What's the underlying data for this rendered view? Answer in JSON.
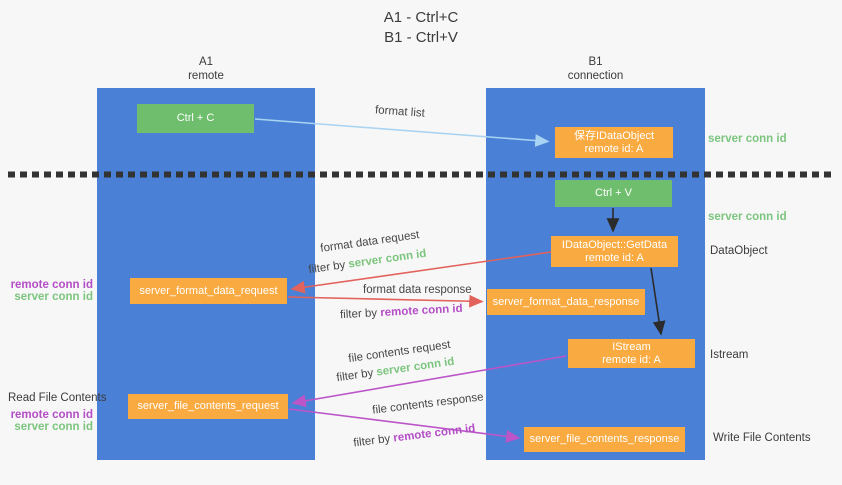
{
  "title": {
    "line1": "A1 - Ctrl+C",
    "line2": "B1 - Ctrl+V"
  },
  "lanes": {
    "a1": {
      "name": "A1",
      "subtitle": "remote"
    },
    "b1": {
      "name": "B1",
      "subtitle": "connection"
    }
  },
  "nodes": {
    "ctrl_c": "Ctrl + C",
    "save_idataobject": {
      "line1": "保存IDataObject",
      "line2": "remote id: A"
    },
    "ctrl_v": "Ctrl + V",
    "getdata": {
      "line1": "IDataObject::GetData",
      "line2": "remote id: A"
    },
    "format_request": "server_format_data_request",
    "format_response": "server_format_data_response",
    "istream": {
      "line1": "IStream",
      "line2": "remote id: A"
    },
    "file_request": "server_file_contents_request",
    "file_response": "server_file_contents_response"
  },
  "labels": {
    "format_list": "format list",
    "format_data_request": "format data request",
    "format_data_response": "format data response",
    "file_contents_request": "file contents request",
    "file_contents_response": "file contents response",
    "filter_by": "filter by ",
    "server_conn_id": "server conn id",
    "remote_conn_id": "remote conn id",
    "dataobject": "DataObject",
    "istream": "Istream",
    "read_file_contents": "Read File Contents",
    "write_file_contents": "Write File Contents"
  },
  "colors": {
    "lane_blue": "#4a80d5",
    "box_green": "#6fbe6d",
    "box_orange": "#f9aa41",
    "arrow_blue": "#a8d3f2",
    "arrow_red": "#e2625c",
    "arrow_purple": "#bb55c8",
    "arrow_black": "#2b2b2b",
    "text_green": "#7cc57e",
    "text_purple": "#b44ec6",
    "text_dark": "#3b3b3b"
  }
}
